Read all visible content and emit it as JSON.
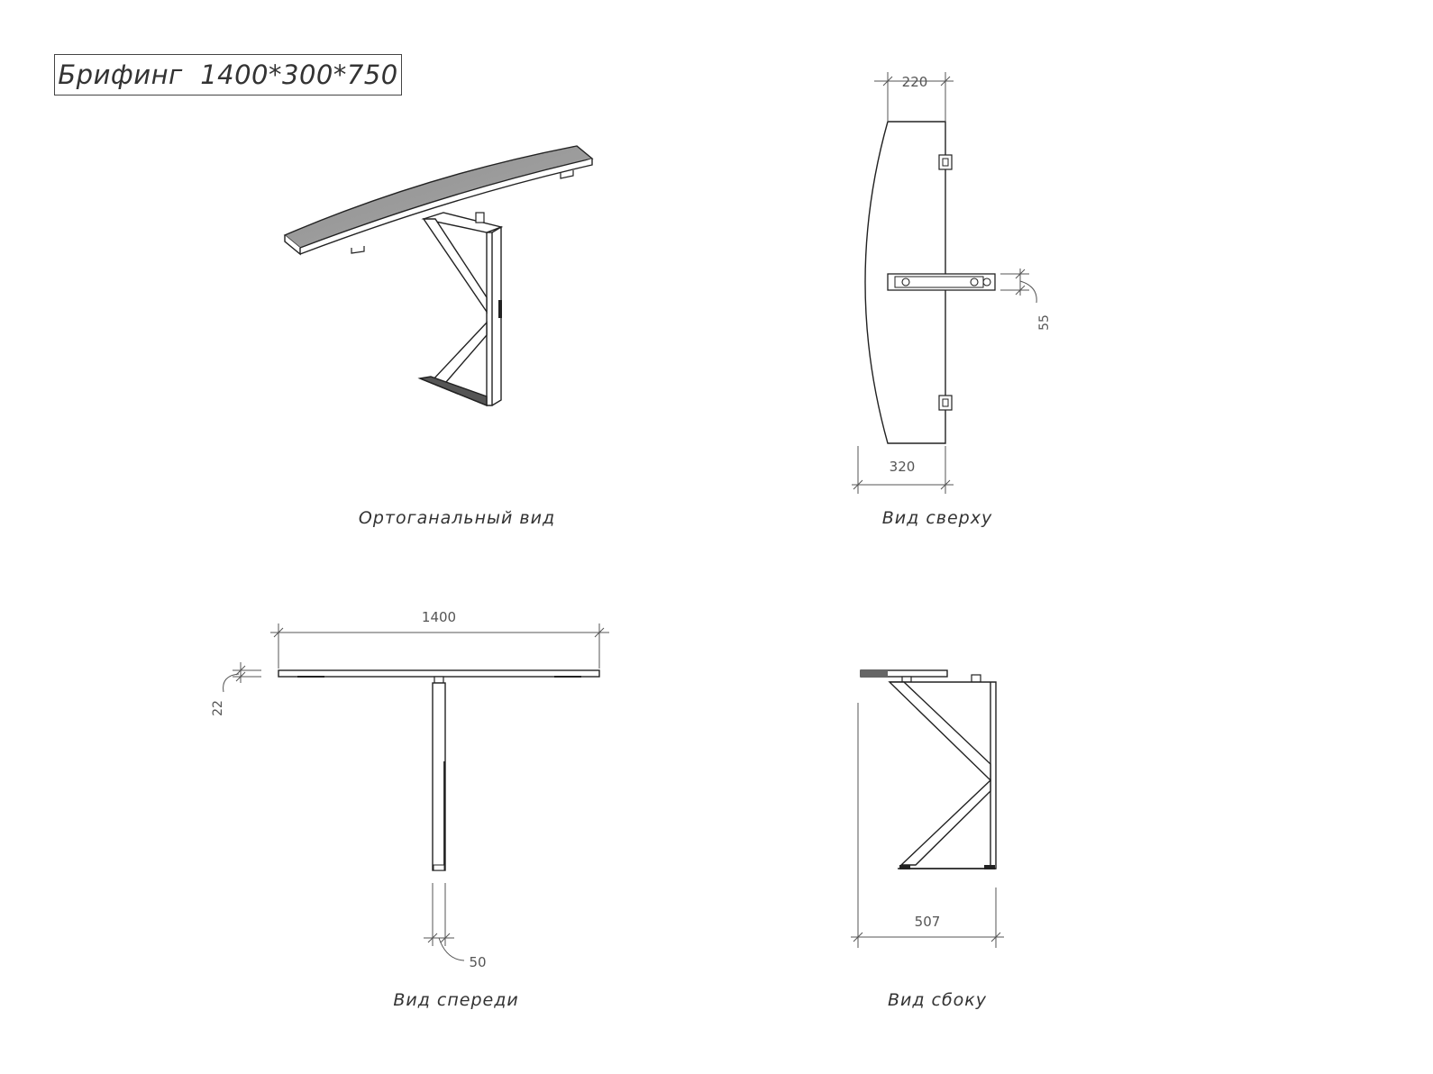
{
  "title": "Брифинг  1400*300*750",
  "views": {
    "iso": {
      "caption": "Ортоганальный вид"
    },
    "top": {
      "caption": "Вид сверху",
      "dims": {
        "width_top": "220",
        "width_bottom": "320",
        "bracket": "55"
      }
    },
    "front": {
      "caption": "Вид спереди",
      "dims": {
        "length": "1400",
        "thickness": "22",
        "leg": "50"
      }
    },
    "side": {
      "caption": "Вид сбоку",
      "dims": {
        "depth": "507"
      }
    }
  },
  "colors": {
    "line": "#222222",
    "top_fill": "#9a9a9a",
    "dim": "#555555"
  }
}
